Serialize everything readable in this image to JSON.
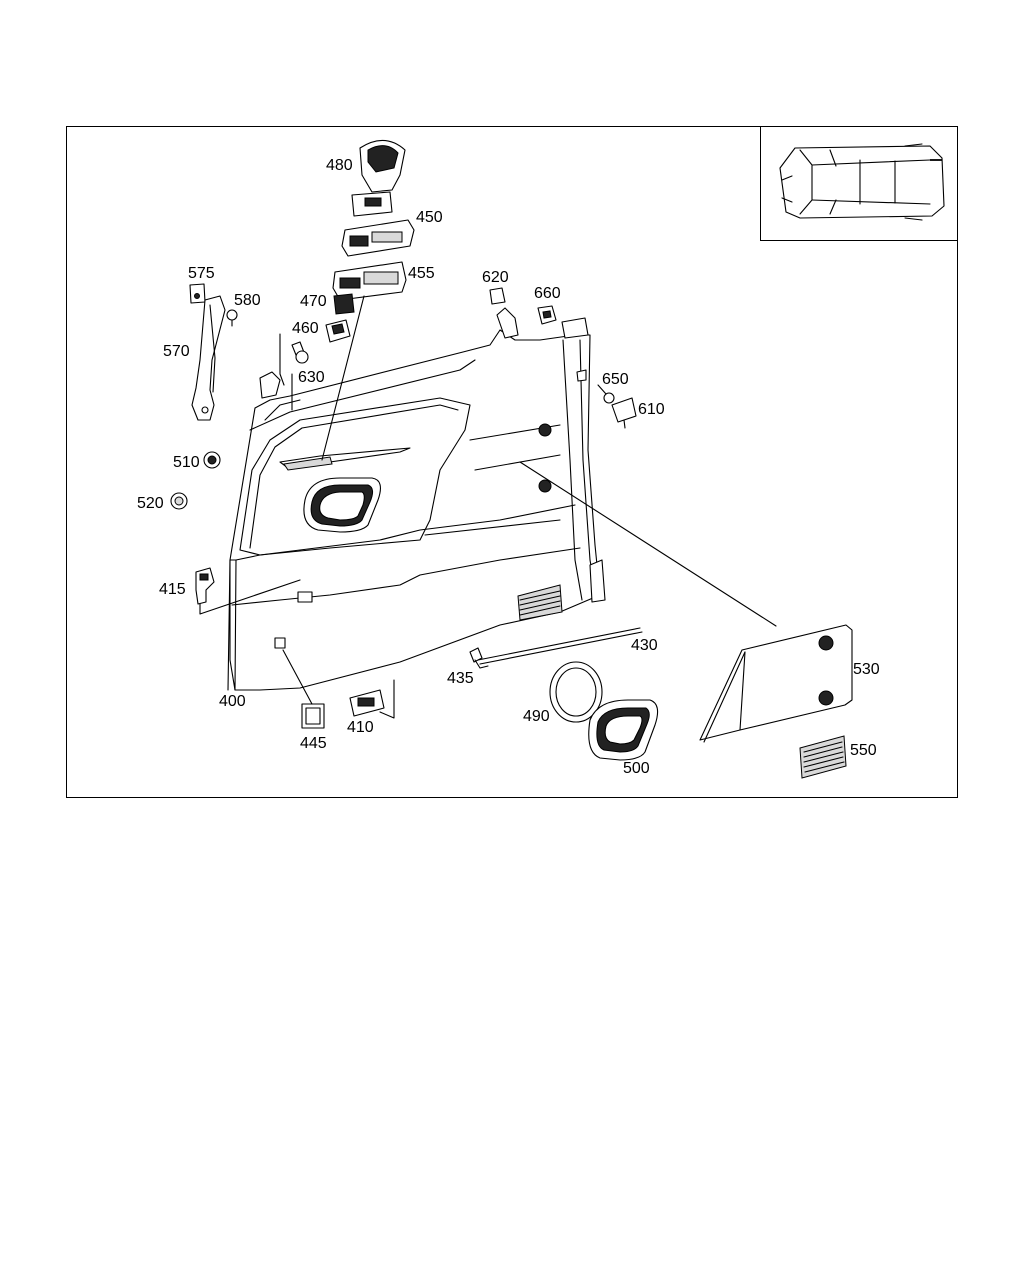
{
  "diagram": {
    "part_labels": {
      "p400": "400",
      "p410": "410",
      "p415": "415",
      "p430": "430",
      "p435": "435",
      "p445": "445",
      "p450": "450",
      "p455": "455",
      "p460": "460",
      "p470": "470",
      "p480": "480",
      "p490": "490",
      "p500": "500",
      "p510": "510",
      "p520": "520",
      "p530": "530",
      "p550": "550",
      "p570": "570",
      "p575": "575",
      "p580": "580",
      "p610": "610",
      "p620": "620",
      "p630": "630",
      "p650": "650",
      "p660": "660"
    }
  }
}
